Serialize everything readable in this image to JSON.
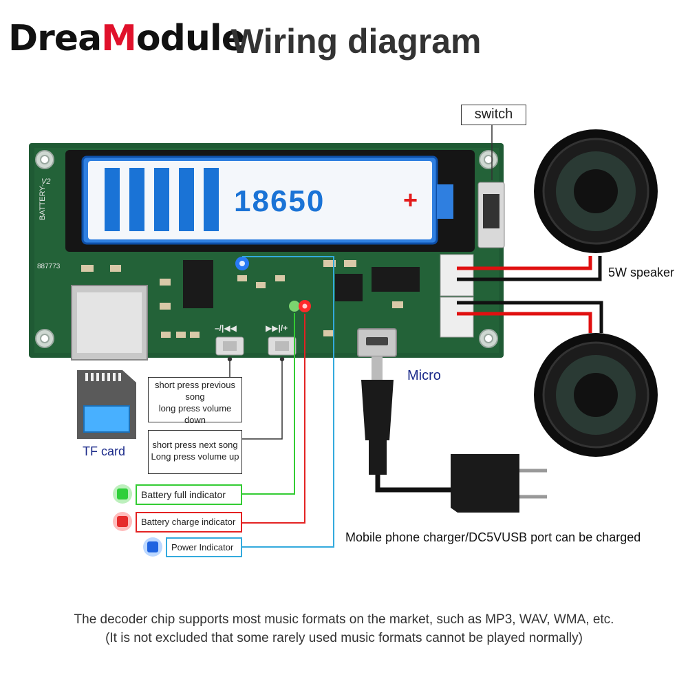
{
  "brand": {
    "prefix": "Drea",
    "accent": "M",
    "suffix": "odule"
  },
  "title": "Wiring diagram",
  "battery": {
    "label": "18650",
    "plus": "+"
  },
  "board": {
    "silk_battery": "BATTERY-",
    "silk_version": "V2",
    "silk_id": "887773",
    "button_prev": "–/|◀◀",
    "button_next": "▶▶|/+"
  },
  "labels": {
    "switch": "switch",
    "speaker": "5W speaker",
    "micro": "Micro",
    "tf_card": "TF card",
    "charger": "Mobile phone charger/DC5VUSB port can be charged",
    "prev_line1": "short press previous song",
    "prev_line2": "long press volume down",
    "next_line1": "short press next song",
    "next_line2": "Long press volume up"
  },
  "indicators": [
    {
      "text": "Battery full indicator",
      "color": "#33cc33"
    },
    {
      "text": "Battery charge indicator",
      "color": "#e32222"
    },
    {
      "text": "Power Indicator",
      "color": "#33aadd"
    }
  ],
  "footer": {
    "line1": "The decoder chip supports most music formats on the market, such as MP3, WAV, WMA, etc.",
    "line2": "(It is not excluded that some rarely used music formats cannot be played normally)"
  },
  "colors": {
    "pcb": "#1f5a34",
    "battery_blue": "#1a73d6",
    "wire_red": "#e01010",
    "brand_accent": "#e0112b"
  }
}
